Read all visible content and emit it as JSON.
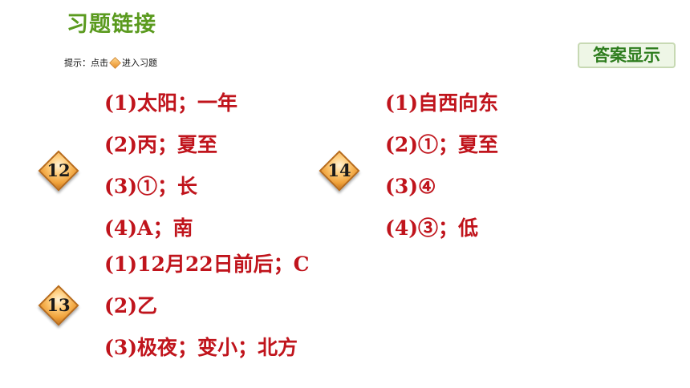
{
  "header": {
    "title": "习题链接",
    "hint_prefix": "提示：点击",
    "hint_suffix": "进入习题",
    "answer_button": "答案显示"
  },
  "questions": [
    {
      "number": "12",
      "answers": [
        "(1)太阳；一年",
        "(2)丙；夏至",
        "(3)①；长",
        "(4)A；南"
      ]
    },
    {
      "number": "13",
      "answers": [
        "(1)12月22日前后；C",
        "(2)乙",
        "(3)极夜；变小；北方"
      ]
    },
    {
      "number": "14",
      "answers": [
        "(1)自西向东",
        "(2)①；夏至",
        "(3)④",
        "(4)③；低"
      ]
    }
  ],
  "colors": {
    "title": "#5a9a1e",
    "answer_text": "#c0141c",
    "button_text": "#2e7d1e",
    "badge": "#f0a23a"
  },
  "icons": {
    "badge": "diamond-icon"
  }
}
